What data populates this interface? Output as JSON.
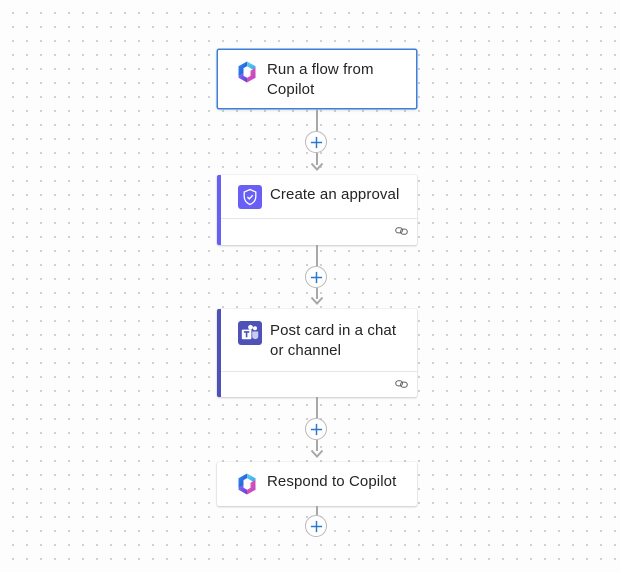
{
  "flow": {
    "steps": [
      {
        "title": "Run a flow from Copilot",
        "icon": "copilot-icon"
      },
      {
        "title": "Create an approval",
        "icon": "approvals-icon"
      },
      {
        "title": "Post card in a chat or channel",
        "icon": "teams-icon"
      },
      {
        "title": "Respond to Copilot",
        "icon": "copilot-icon"
      }
    ],
    "connection_icon": "link-icon",
    "add_action_icon": "plus-icon"
  },
  "colors": {
    "selected_border": "#3d7fd9",
    "approval_accent": "#6a5ff5",
    "teams_accent": "#4e52b8",
    "plus": "#2b78d0",
    "connector": "#a7a7a7"
  }
}
